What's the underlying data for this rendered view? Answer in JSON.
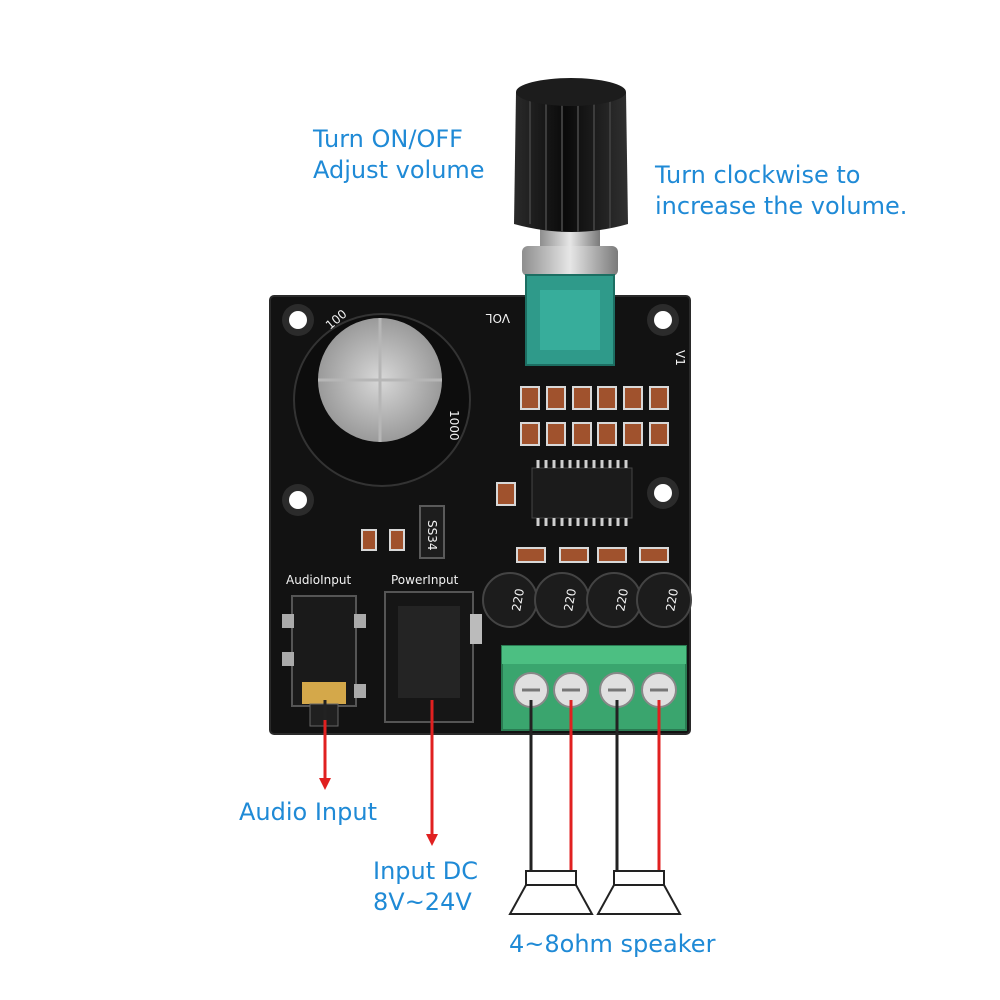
{
  "callouts": {
    "knob": [
      "Turn ON/OFF",
      "Adjust volume"
    ],
    "clockwise": [
      "Turn clockwise to",
      "increase the volume."
    ],
    "audio_input": "Audio Input",
    "dc_input": [
      "Input DC",
      "8V~24V"
    ],
    "speaker": "4~8ohm speaker"
  },
  "board": {
    "silkscreen_audio": "AudioInput",
    "silkscreen_power": "PowerInput",
    "silkscreen_vol": "VOL",
    "silkscreen_v1": "V1",
    "inductor_labels": [
      "220",
      "220",
      "220",
      "220"
    ],
    "diode_label": "SS34",
    "capacitor_label": "100",
    "capacitor_side": "1000"
  },
  "colors": {
    "callout_text": "#1f8ad6",
    "pcb": "#111111",
    "terminal": "#3aa56e",
    "wire_red": "#e02020",
    "wire_black": "#222222"
  }
}
